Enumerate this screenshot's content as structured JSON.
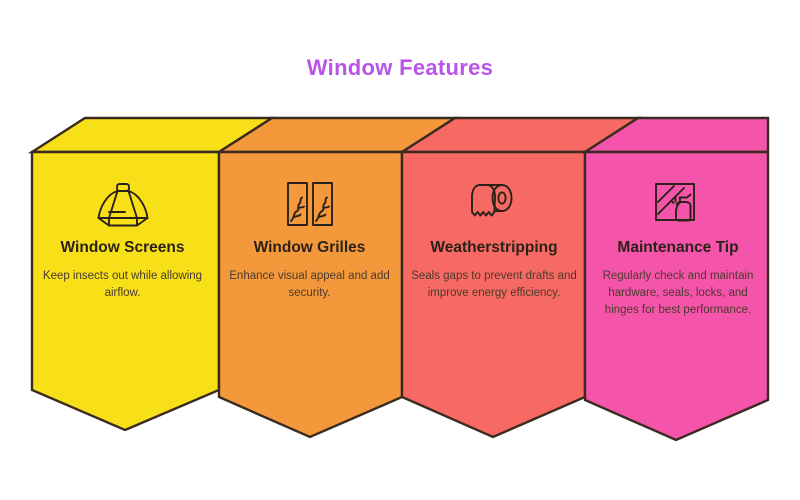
{
  "header": {
    "title": "Window Features",
    "title_color": "#b855e8"
  },
  "palette": {
    "panel_1_fill": "#f7e018",
    "panel_2_fill": "#f4993b",
    "panel_3_fill": "#f76a64",
    "panel_4_fill": "#f554ab",
    "outline": "#3b2a20",
    "heading_text": "#2b2118",
    "body_text": "#4a3a2c",
    "background": "#ffffff"
  },
  "panels": [
    {
      "icon_name": "window-screen-icon",
      "heading": "Window Screens",
      "body": "Keep insects out while allowing airflow.",
      "fill": "#f7e018"
    },
    {
      "icon_name": "window-grilles-icon",
      "heading": "Window Grilles",
      "body": "Enhance visual appeal and add security.",
      "fill": "#f4993b"
    },
    {
      "icon_name": "weatherstripping-roll-icon",
      "heading": "Weatherstripping",
      "body": "Seals gaps to prevent drafts and improve energy efficiency.",
      "fill": "#f76a64"
    },
    {
      "icon_name": "spray-bottle-window-icon",
      "heading": "Maintenance Tip",
      "body": "Regularly check and maintain hardware, seals, locks, and hinges for best performance.",
      "fill": "#f554ab"
    }
  ]
}
